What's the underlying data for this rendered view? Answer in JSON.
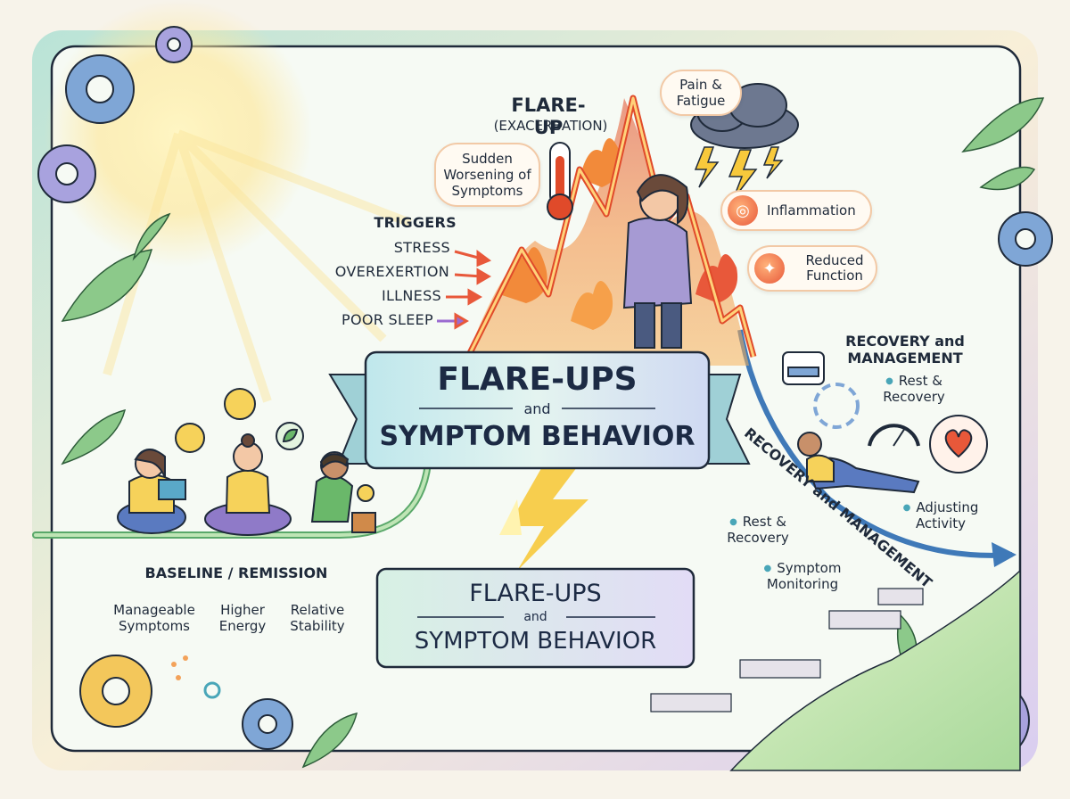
{
  "flare": {
    "title": "FLARE-UP",
    "subtitle": "(EXACERBATION)",
    "sudden": "Sudden Worsening of Symptoms",
    "pain": "Pain & Fatigue",
    "inflammation": "Inflammation",
    "reduced": "Reduced Function"
  },
  "triggers": {
    "heading": "TRIGGERS",
    "items": [
      "STRESS",
      "OVEREXERTION",
      "ILLNESS",
      "POOR SLEEP"
    ]
  },
  "banner": {
    "line1": "FLARE-UPS",
    "line2": "and",
    "line3": "SYMPTOM BEHAVIOR"
  },
  "box": {
    "line1": "FLARE-UPS",
    "line2": "and",
    "line3": "SYMPTOM BEHAVIOR"
  },
  "baseline": {
    "heading": "BASELINE / REMISSION",
    "items": [
      "Manageable Symptoms",
      "Higher Energy",
      "Relative Stability"
    ]
  },
  "recovery": {
    "heading": "RECOVERY and MANAGEMENT",
    "rest_top": "Rest & Recovery",
    "adjusting": "Adjusting Activity",
    "curve_label": "RECOVERY and MANAGEMENT",
    "rest_bottom": "Rest & Recovery",
    "monitoring": "Symptom Monitoring"
  },
  "icons": [
    "gear-icon",
    "sun-icon",
    "leaf-icon",
    "thermometer-icon",
    "storm-cloud-icon",
    "lightning-icon",
    "flame-icon",
    "smiley-icon",
    "bed-icon",
    "heart-hand-icon",
    "gauge-icon"
  ],
  "colors": {
    "border": "#1f2a3a",
    "frame_gradient_start": "#b9e3d7",
    "frame_gradient_end": "#d9cdf0",
    "flare_orange": "#f28a3a",
    "flare_red": "#e04a2a",
    "banner_teal": "#bfe7ec",
    "curve_blue": "#3f79b8"
  }
}
